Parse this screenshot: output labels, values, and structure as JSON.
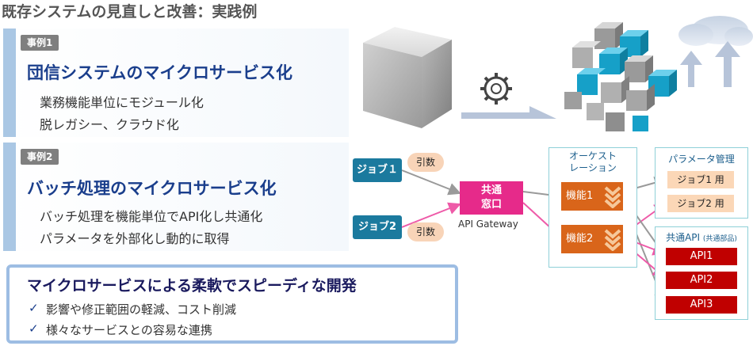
{
  "title": "既存システムの見直しと改善：実践例",
  "cases": [
    {
      "badge": "事例1",
      "heading": "団信システムのマイクロサービス化",
      "points": [
        "業務機能単位にモジュール化",
        "脱レガシー、クラウド化"
      ]
    },
    {
      "badge": "事例2",
      "heading": "バッチ処理のマイクロサービス化",
      "points": [
        "バッチ処理を機能単位でAPI化し共通化",
        "パラメータを外部化し動的に取得"
      ]
    }
  ],
  "summary": {
    "title": "マイクロサービスによる柔軟でスピーディな開発",
    "items": [
      "影響や修正範囲の軽減、コスト削減",
      "様々なサービスとの容易な連携"
    ]
  },
  "diagram": {
    "jobs": [
      "ジョブ１",
      "ジョブ2"
    ],
    "arg_label": "引数",
    "gateway": {
      "line1": "共通",
      "line2": "窓口",
      "caption": "API Gateway"
    },
    "orchestration": {
      "title_line1": "オーケスト",
      "title_line2": "レーション",
      "functions": [
        "機能1",
        "機能2"
      ]
    },
    "parameters": {
      "title": "パラメータ管理",
      "items": [
        "ジョブ1 用",
        "ジョブ2 用"
      ]
    },
    "apis": {
      "title": "共通API",
      "subtitle": "(共通部品)",
      "items": [
        "API1",
        "API2",
        "API3"
      ]
    }
  },
  "colors": {
    "heading": "#1a3e8c",
    "job": "#1b7a9e",
    "gateway": "#e62a8a",
    "function": "#d9651a",
    "api": "#c00000",
    "param": "#fbd7b7"
  }
}
